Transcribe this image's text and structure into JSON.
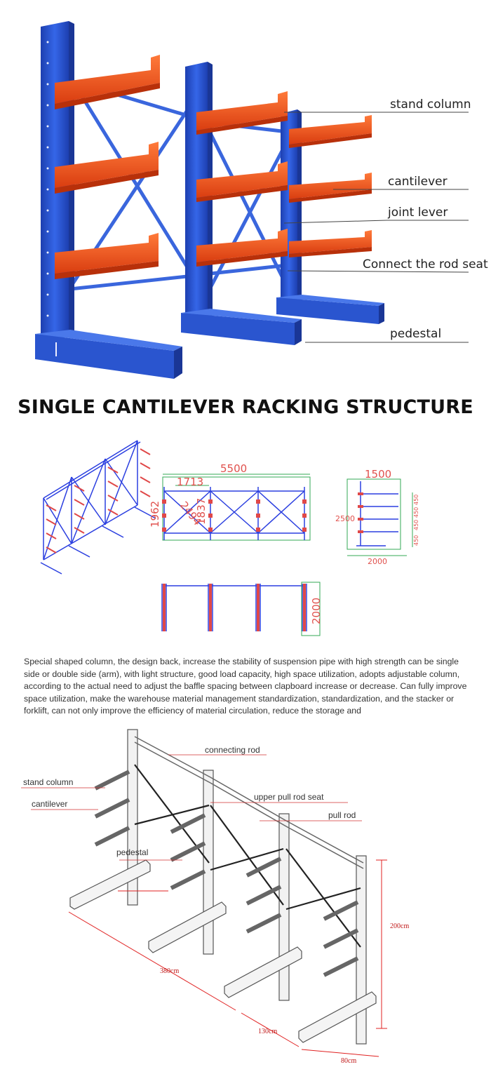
{
  "section1": {
    "labels": {
      "stand_column": "stand column",
      "cantilever": "cantilever",
      "joint_lever": "joint lever",
      "connect_rod_seat": "Connect the rod seat",
      "pedestal": "pedestal"
    },
    "colors": {
      "column": "#2c55d4",
      "arm": "#f0531c"
    }
  },
  "heading": "SINGLE CANTILEVER RACKING STRUCTURE",
  "drawing": {
    "front_length": "5500",
    "bay_width": "1713",
    "brace_length": "2494",
    "bay_height": "1837",
    "column_height": "1962",
    "arm_length": "1500",
    "side_height": "2500",
    "base_depth": "2000",
    "arm_spacing": [
      "450",
      "450",
      "450",
      "450"
    ],
    "top_view_depth": "2000"
  },
  "paragraph": "Special shaped column, the design back, increase the stability of suspension pipe with high strength can be single side or double side (arm), with light structure, good load capacity, high space utilization, adopts adjustable column, according to the actual need to adjust the baffle spacing between clapboard increase or decrease. Can fully improve space utilization, make the warehouse material management standardization, standardization, and the stacker or forklift, can not only improve the efficiency of material circulation, reduce the storage and",
  "section3": {
    "labels": {
      "connecting_rod": "connecting rod",
      "stand_column": "stand column",
      "cantilever": "cantilever",
      "upper_pull_rod_seat": "upper pull rod seat",
      "pull_rod": "pull rod",
      "pedestal": "pedestal"
    },
    "dims": {
      "length": "380cm",
      "bay": "130cm",
      "depth": "80cm",
      "height": "200cm"
    }
  }
}
